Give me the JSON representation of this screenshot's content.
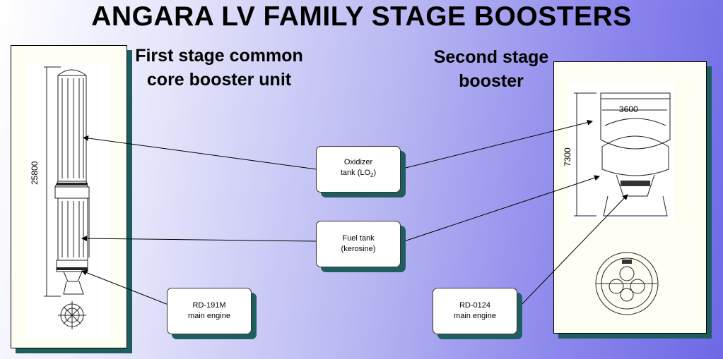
{
  "title": "ANGARA LV FAMILY STAGE BOOSTERS",
  "first_stage": {
    "heading_line1": "First stage common",
    "heading_line2": "core booster unit",
    "height_dim": "25800"
  },
  "second_stage": {
    "heading_line1": "Second stage",
    "heading_line2": "booster",
    "height_dim": "7300",
    "diameter_dim": "3600"
  },
  "callouts": {
    "oxidizer": {
      "line1": "Oxidizer",
      "line2_prefix": "tank (LO",
      "line2_sub": "2",
      "line2_suffix": ")"
    },
    "fuel": {
      "line1": "Fuel tank",
      "line2": "(kerosine)"
    },
    "rd191": {
      "line1": "RD-191M",
      "line2": "main engine"
    },
    "rd0124": {
      "line1": "RD-0124",
      "line2": "main engine"
    }
  }
}
